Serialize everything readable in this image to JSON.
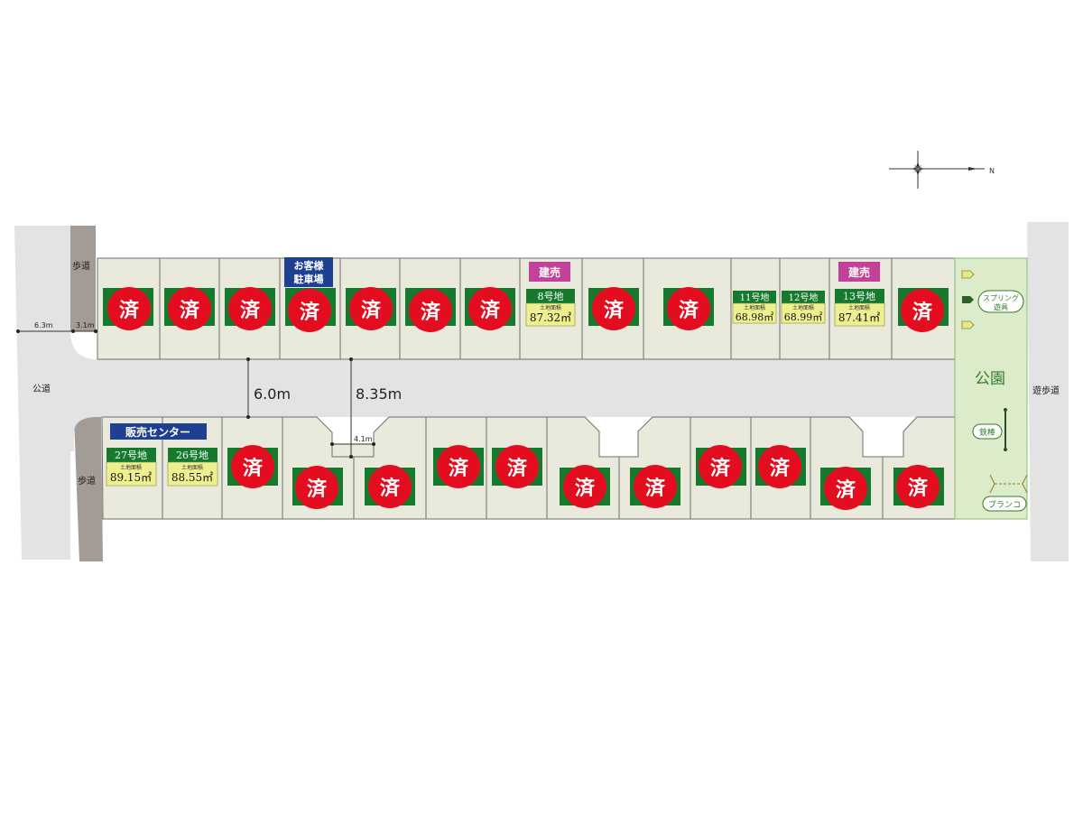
{
  "colors": {
    "road": "#e3e3e3",
    "sidewalk": "#a39b95",
    "lot_fill": "#e9e9dc",
    "lot_stroke": "#6f6f6f",
    "label_green": "#157a2e",
    "label_yellow": "#eef090",
    "sold_red": "#e40d20",
    "park_fill": "#dcebc9",
    "park_text": "#2f7d2c",
    "pink_badge": "#c4419a",
    "navy_badge": "#1f3f93"
  },
  "compass": {
    "north_letter": "N"
  },
  "roads": {
    "public_road": "公道",
    "promenade": "遊歩道",
    "sidewalk_top": "歩道",
    "sidewalk_bottom": "歩道"
  },
  "dimensions": {
    "public_road_width": "6.3m",
    "sidewalk_width": "3.1m",
    "main_road_width": "6.0m",
    "wide_road_width": "8.35m",
    "notch_width": "4.1m"
  },
  "sold_mark": "済",
  "area_caption": "土地面積",
  "badges": {
    "customer_parking": [
      "お客様",
      "駐車場"
    ],
    "sales_center": "販売センター",
    "ready_built_8": "建売",
    "ready_built_13": "建売"
  },
  "available_lots": [
    {
      "id": "lot-8",
      "name": "8号地",
      "area": "87.32㎡"
    },
    {
      "id": "lot-11",
      "name": "11号地",
      "area": "68.98㎡"
    },
    {
      "id": "lot-12",
      "name": "12号地",
      "area": "68.99㎡"
    },
    {
      "id": "lot-13",
      "name": "13号地",
      "area": "87.41㎡"
    },
    {
      "id": "lot-27",
      "name": "27号地",
      "area": "89.15㎡"
    },
    {
      "id": "lot-26",
      "name": "26号地",
      "area": "88.55㎡"
    }
  ],
  "park": {
    "title": "公園",
    "spring_play": [
      "スプリング",
      "遊具"
    ],
    "iron_bar": "鉄棒",
    "swing": "ブランコ"
  }
}
